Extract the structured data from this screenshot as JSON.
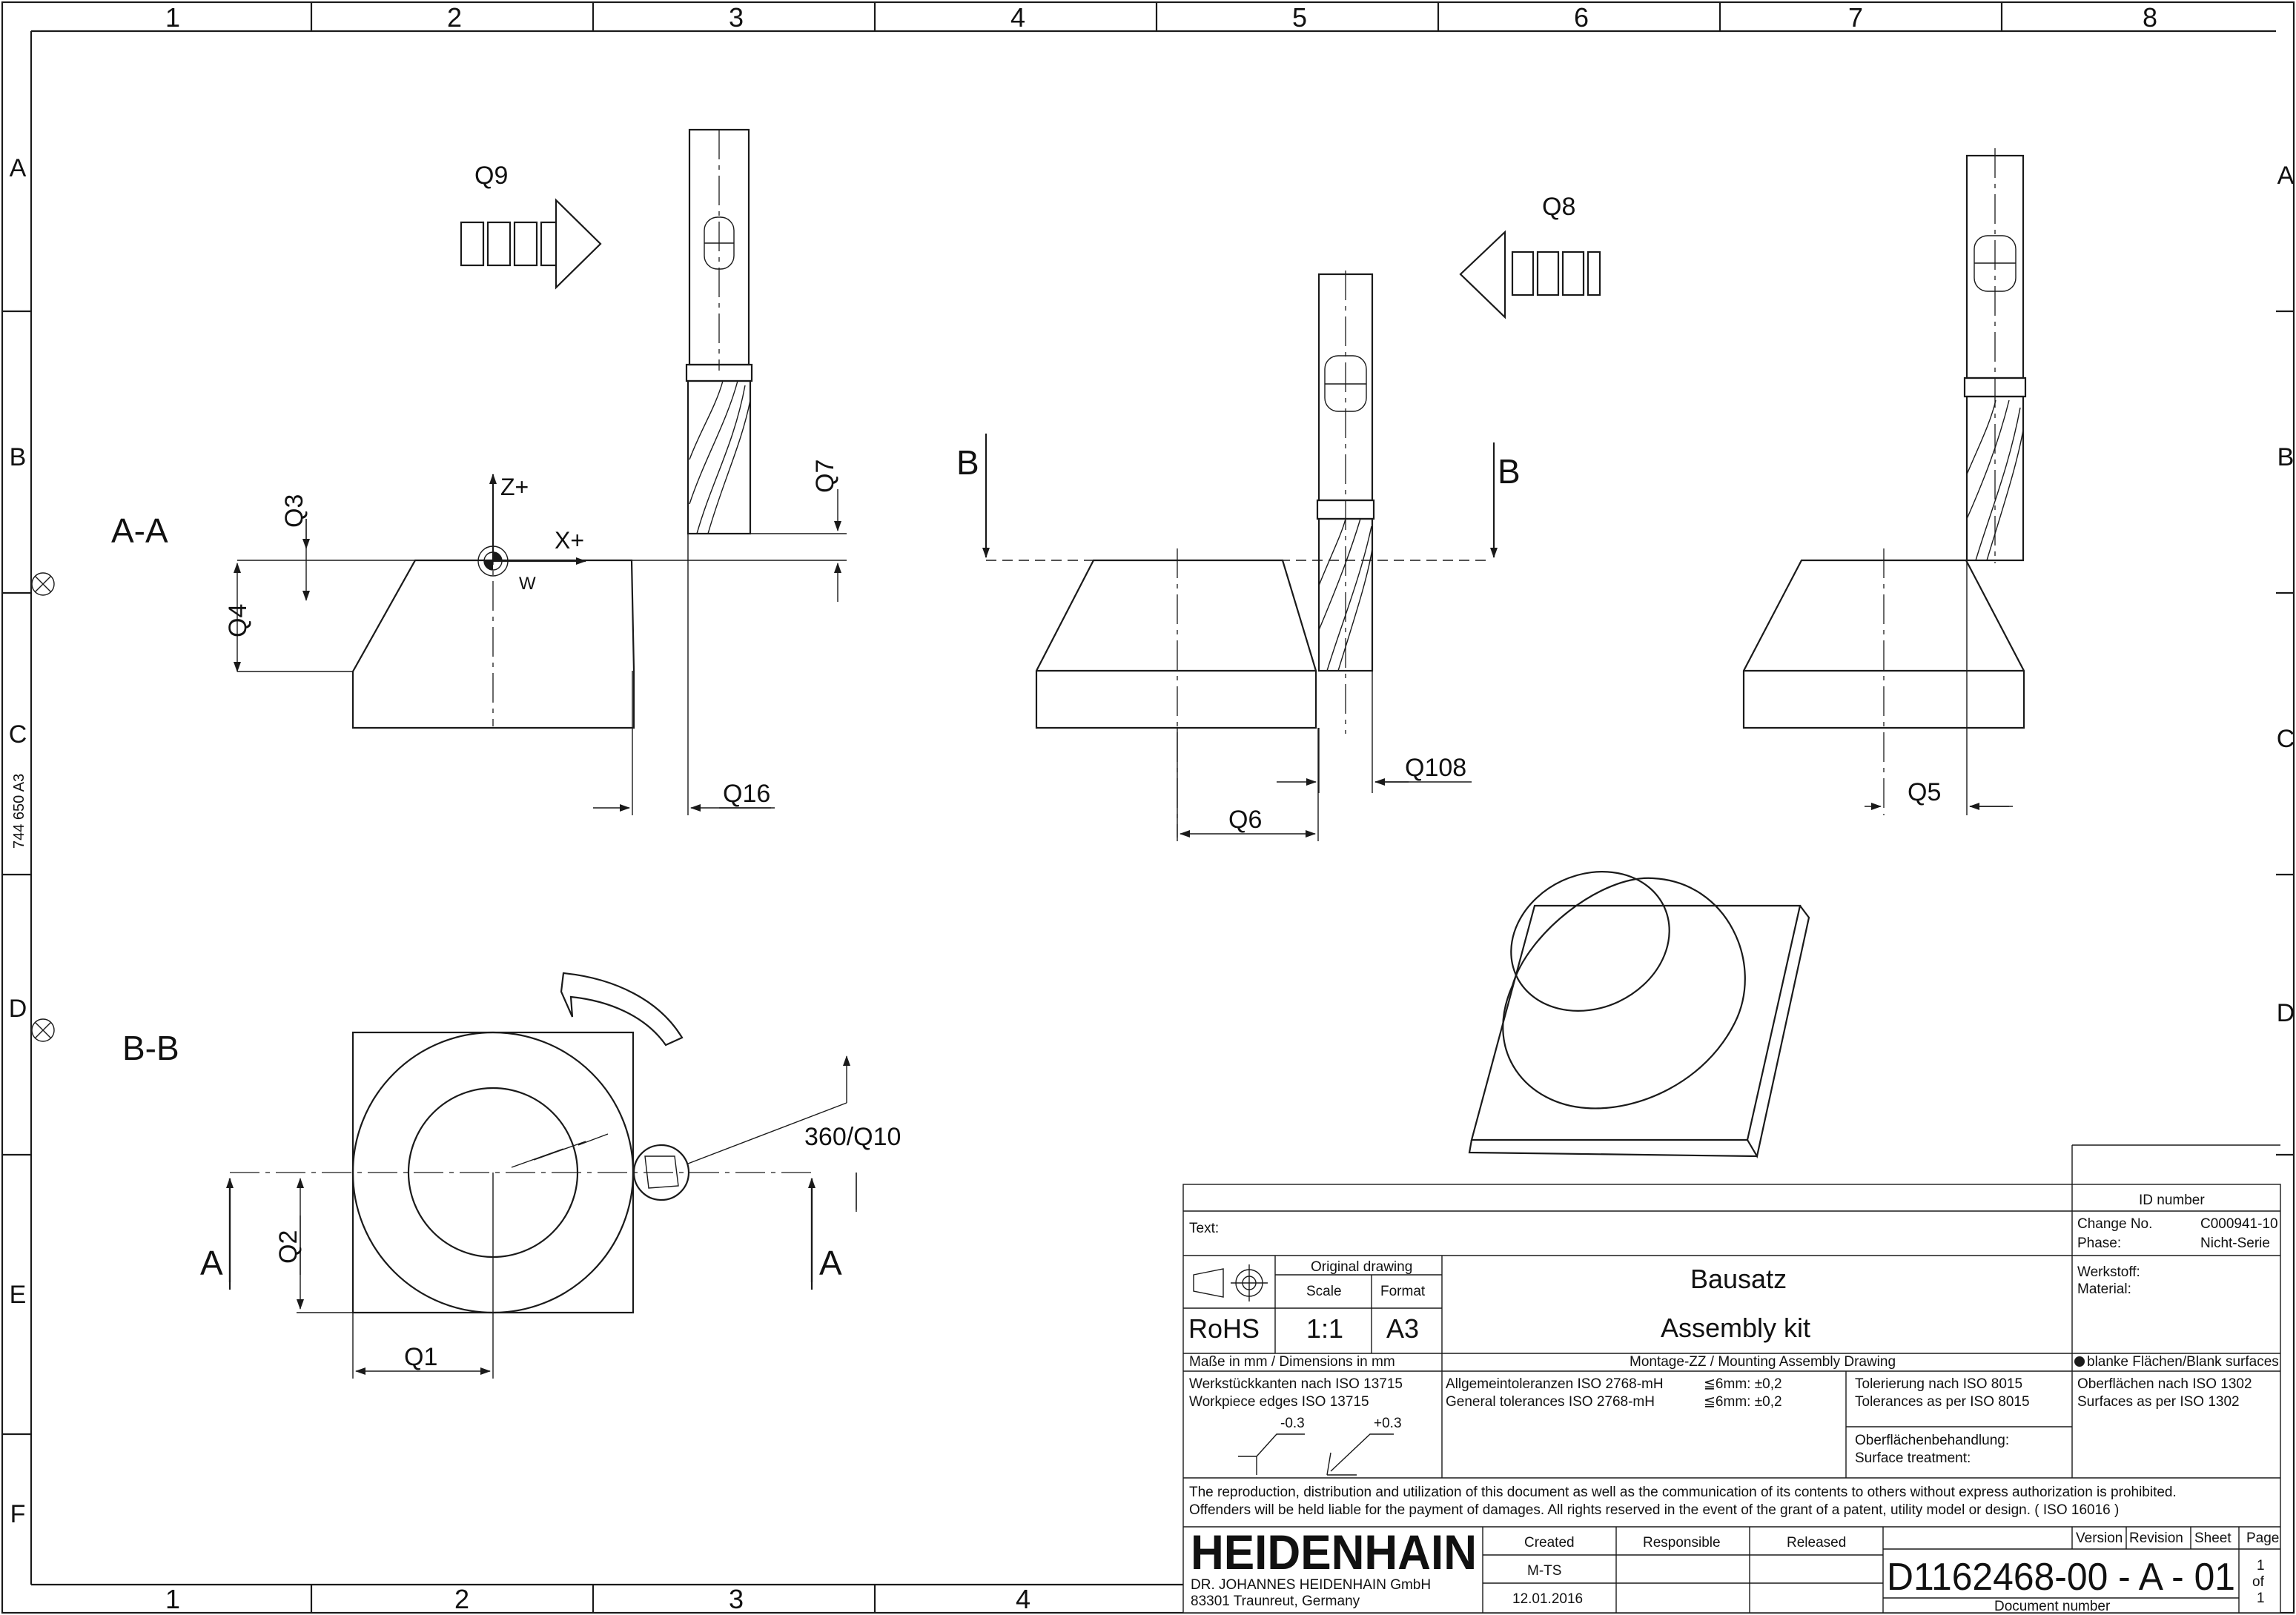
{
  "frame": {
    "columns": [
      "1",
      "2",
      "3",
      "4",
      "5",
      "6",
      "7",
      "8"
    ],
    "rows": [
      "A",
      "B",
      "C",
      "D",
      "E",
      "F"
    ],
    "side_code": "744 650 A3"
  },
  "views": {
    "section_aa": "A-A",
    "section_bb": "B-B",
    "cut_b": "B",
    "cut_a": "A"
  },
  "labels": {
    "q9": "Q9",
    "q8": "Q8",
    "q3": "Q3",
    "q4": "Q4",
    "q7": "Q7",
    "q16": "Q16",
    "q6": "Q6",
    "q108": "Q108",
    "q5": "Q5",
    "q2": "Q2",
    "q1": "Q1",
    "q10": "360/Q10",
    "zplus": "Z+",
    "xplus": "X+",
    "w": "W"
  },
  "title_block": {
    "id_number": "ID number",
    "change_no_label": "Change No.",
    "change_no": "C000941-10",
    "phase_label": "Phase:",
    "phase": "Nicht-Serie",
    "text_label": "Text:",
    "werkstoff": "Werkstoff:",
    "material": "Material:",
    "original_drawing": "Original drawing",
    "scale_label": "Scale",
    "format_label": "Format",
    "rohs": "RoHS",
    "scale": "1:1",
    "format": "A3",
    "title_de": "Bausatz",
    "title_en": "Assembly kit",
    "drawing_type": "Montage-ZZ   /   Mounting Assembly Drawing",
    "dimensions": "Maße in mm / Dimensions in mm",
    "surfaces": "blanke Flächen/Blank surfaces",
    "edges_de": "Werkstückkanten nach ISO 13715",
    "edges_en": "Workpiece edges ISO 13715",
    "edge_minus": "-0.3",
    "edge_plus": "+0.3",
    "tol_de": "Allgemeintoleranzen ISO 2768-mH",
    "tol_en": "General tolerances ISO 2768-mH",
    "tol_val_1": "≦6mm: ±0,2",
    "tol_val_2": "≦6mm: ±0,2",
    "iso8015_de": "Tolerierung nach ISO 8015",
    "iso8015_en": "Tolerances as per ISO 8015",
    "iso1302_de": "Oberflächen nach ISO 1302",
    "iso1302_en": "Surfaces as per ISO 1302",
    "treatment_de": "Oberflächenbehandlung:",
    "treatment_en": "Surface treatment:",
    "notice_1": "The reproduction, distribution and utilization of this document as well as the communication of its contents to others without express authorization is prohibited.",
    "notice_2": "Offenders will be held liable for the payment of damages. All rights reserved in the event of the grant of a patent, utility model or design. ( ISO 16016 )",
    "logo": "HEIDENHAIN",
    "company": "DR. JOHANNES HEIDENHAIN GmbH",
    "address": "83301 Traunreut, Germany",
    "created_label": "Created",
    "responsible_label": "Responsible",
    "released_label": "Released",
    "created_by": "M-TS",
    "created_date": "12.01.2016",
    "version_label": "Version",
    "revision_label": "Revision",
    "sheet_label": "Sheet",
    "page_label": "Page",
    "doc_number": "D1162468-00 - A - 01",
    "doc_number_label": "Document number",
    "page_1": "1",
    "page_of": "of",
    "page_total": "1"
  }
}
